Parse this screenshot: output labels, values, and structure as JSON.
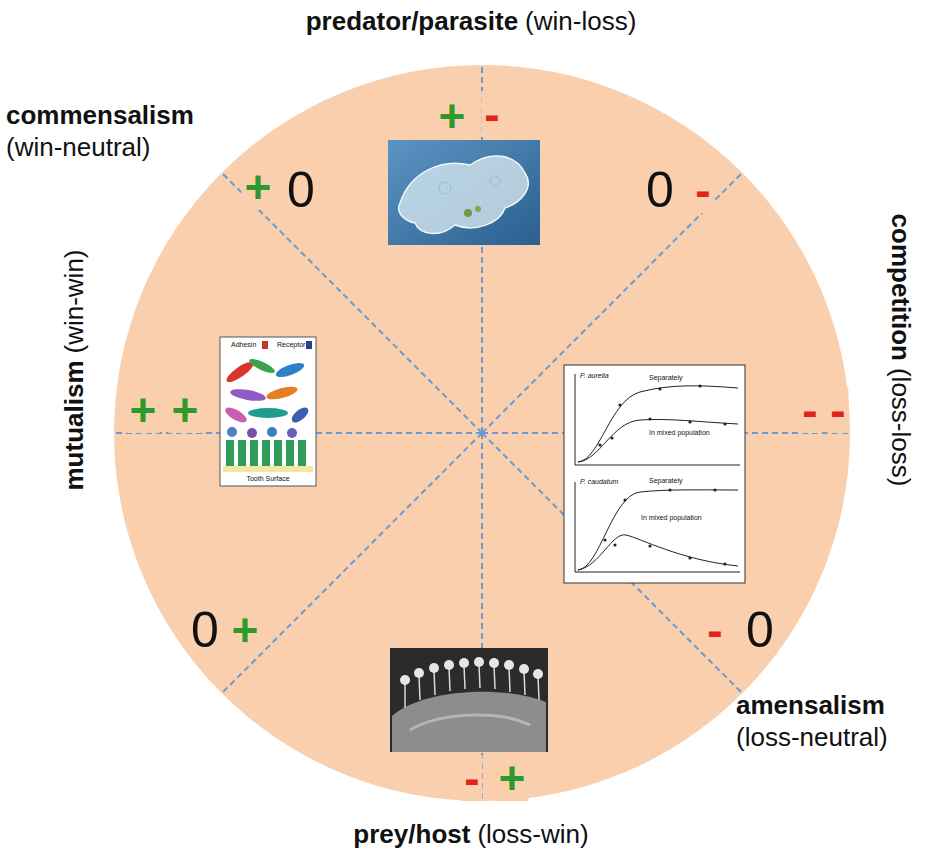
{
  "diagram": {
    "labels": [
      "predator/parasite",
      "(win-loss)",
      "commensalism",
      "(win-neutral)",
      "mutualism",
      "(win-win)",
      "competition",
      "(loss-loss)",
      "amensalism",
      "(loss-neutral)",
      "prey/host",
      "(loss-win)",
      "+",
      "-",
      "0",
      "-",
      "-",
      "-",
      "-",
      "0",
      "-",
      "+",
      "0",
      "+",
      "+",
      "+",
      "+",
      "0",
      "P. aurelia",
      "Separately",
      "In mixed population",
      "P. caudatum",
      "Separately",
      "In mixed population",
      "Adhesin",
      "Receptor",
      "Tooth Surface"
    ]
  }
}
